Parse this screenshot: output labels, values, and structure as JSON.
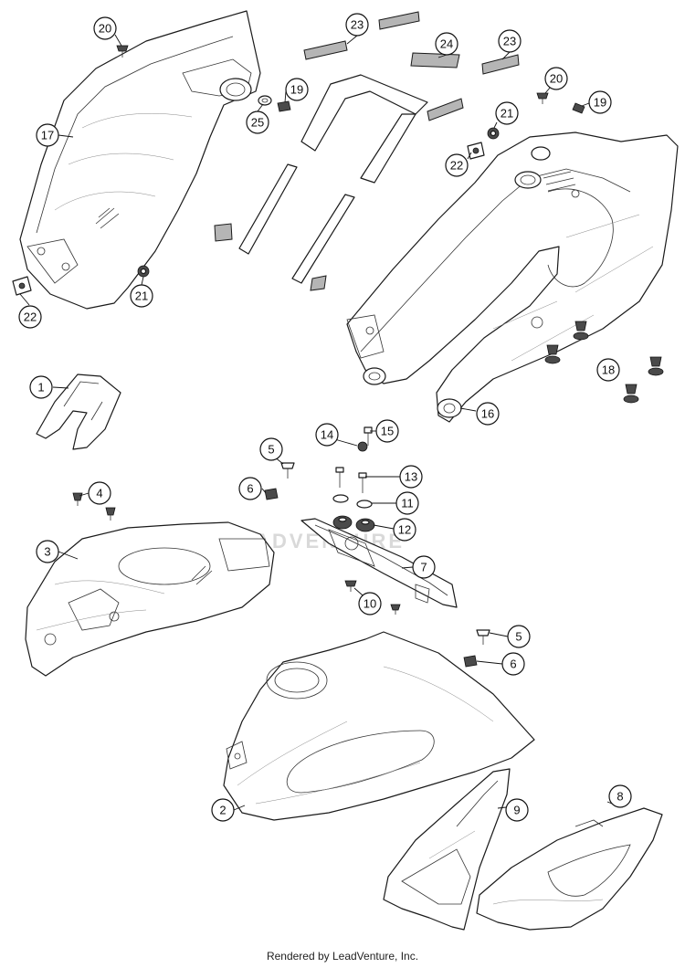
{
  "callouts": {
    "c20a": "20",
    "c17": "17",
    "c25": "25",
    "c19a": "19",
    "c21a": "21",
    "c22a": "22",
    "c23a": "23",
    "c24": "24",
    "c23b": "23",
    "c20b": "20",
    "c19b": "19",
    "c21b": "21",
    "c22b": "22",
    "c16": "16",
    "c18": "18",
    "c1": "1",
    "c14": "14",
    "c15": "15",
    "c5a": "5",
    "c6a": "6",
    "c4": "4",
    "c13": "13",
    "c11": "11",
    "c3": "3",
    "c12": "12",
    "c7": "7",
    "c10": "10",
    "c5b": "5",
    "c6b": "6",
    "c2": "2",
    "c9": "9",
    "c8": "8"
  },
  "watermark": "LEADVENTURE",
  "footer": "Rendered by LeadVenture, Inc.",
  "colors": {
    "line": "#1a1a1a",
    "background": "#ffffff",
    "watermark": "#d9d9d9"
  }
}
